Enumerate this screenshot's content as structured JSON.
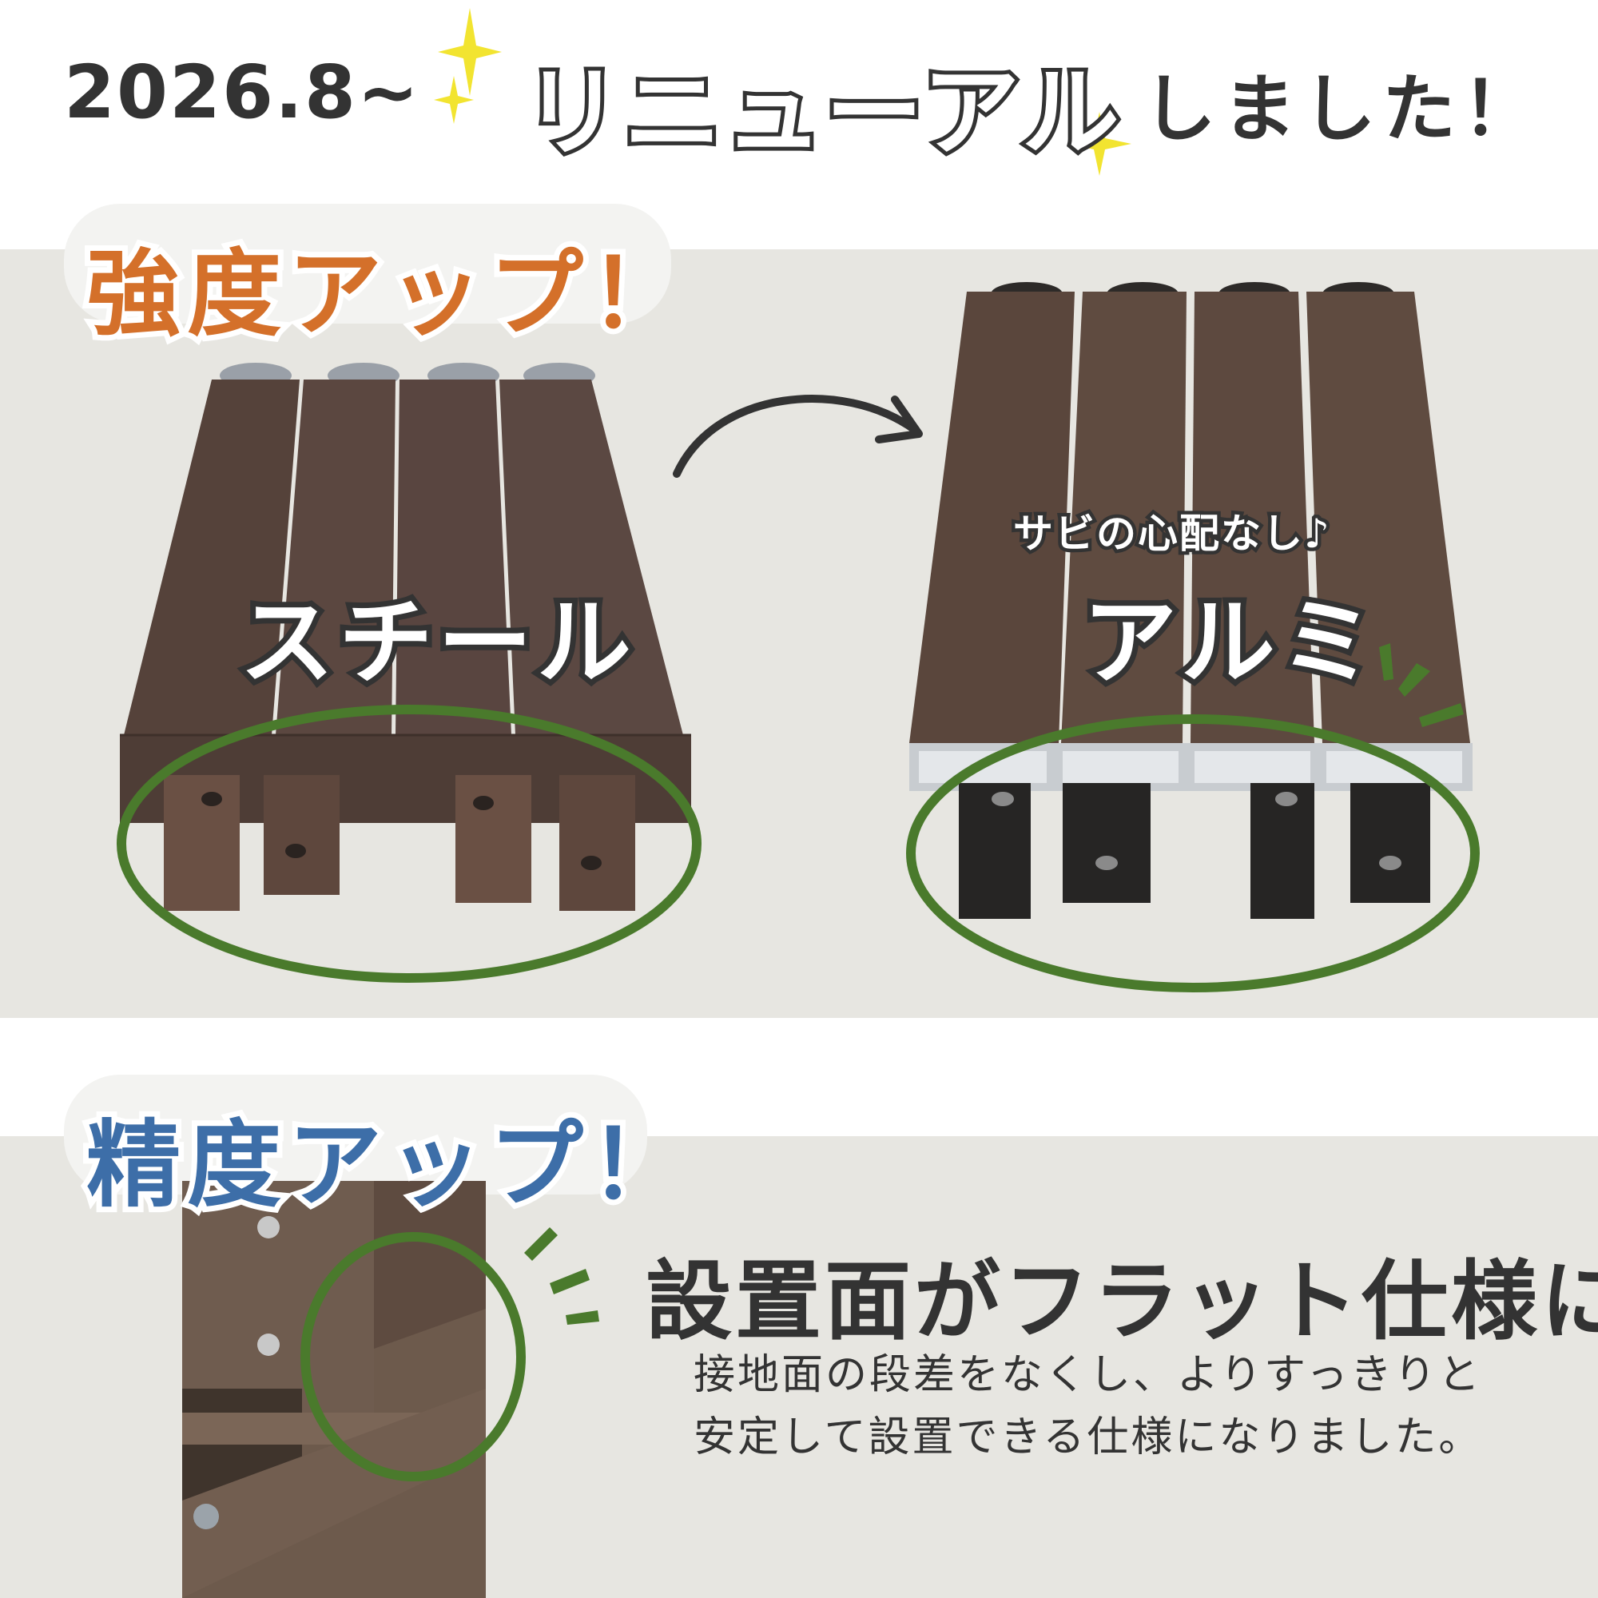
{
  "header": {
    "date": "2026.8~",
    "renewal": "リニューアル",
    "suffix": "しました！"
  },
  "sections": {
    "strength": {
      "badge": "強度アップ！",
      "before_label": "スチール",
      "after_label": "アルミ",
      "after_note": "サビの心配なし♪"
    },
    "precision": {
      "badge": "精度アップ！",
      "title": "設置面がフラット仕様に",
      "body_line1": "接地面の段差をなくし、よりすっきりと",
      "body_line2": "安定して設置できる仕様になりました。"
    }
  },
  "colors": {
    "band": "#e7e6e1",
    "strength_accent": "#d4702a",
    "precision_accent": "#3d6ea8",
    "highlight_ring": "#4a7a2c",
    "sparkle": "#f2e430",
    "frame_brown": "#5a463c"
  },
  "icons": [
    "sparkle-icon",
    "curved-arrow-icon",
    "emphasis-lines-icon"
  ]
}
